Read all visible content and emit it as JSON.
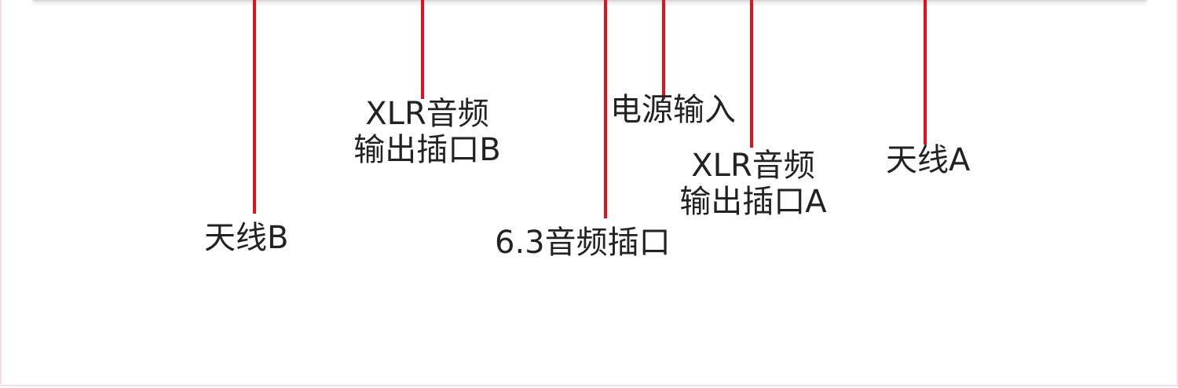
{
  "title": "",
  "colors": {
    "leader_line": "#e5101c",
    "label_text": "#222222",
    "frame_border": "#f7dfe6"
  },
  "callouts": {
    "antenna_b": "天线B",
    "xlr_out_b": [
      "XLR音频",
      "输出插口B"
    ],
    "jack_6_3": "6.3音频插口",
    "power_in": "电源输入",
    "xlr_out_a": [
      "XLR音频",
      "输出插口A"
    ],
    "antenna_a": "天线A"
  }
}
